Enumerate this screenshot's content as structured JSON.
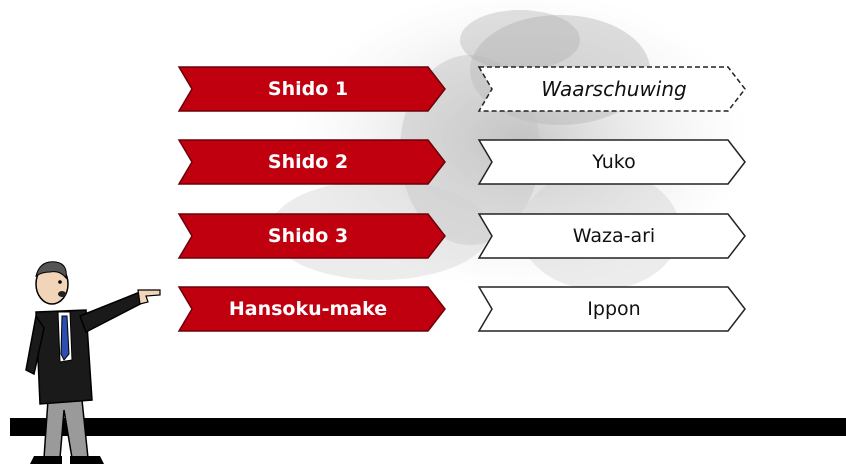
{
  "rows": [
    {
      "penalty": "Shido 1",
      "score": "Waarschuwing",
      "score_style": "italic-dashed"
    },
    {
      "penalty": "Shido 2",
      "score": "Yuko",
      "score_style": "solid"
    },
    {
      "penalty": "Shido 3",
      "score": "Waza-ari",
      "score_style": "solid"
    },
    {
      "penalty": "Hansoku-make",
      "score": "Ippon",
      "score_style": "solid"
    }
  ],
  "colors": {
    "penalty_fill": "#c0000f",
    "penalty_stroke": "#6b0008",
    "score_fill": "#ffffff",
    "score_stroke": "#222222",
    "floor": "#000000"
  },
  "icons": {
    "figure": "referee-pointing-icon",
    "background": "judo-throw-photo"
  }
}
